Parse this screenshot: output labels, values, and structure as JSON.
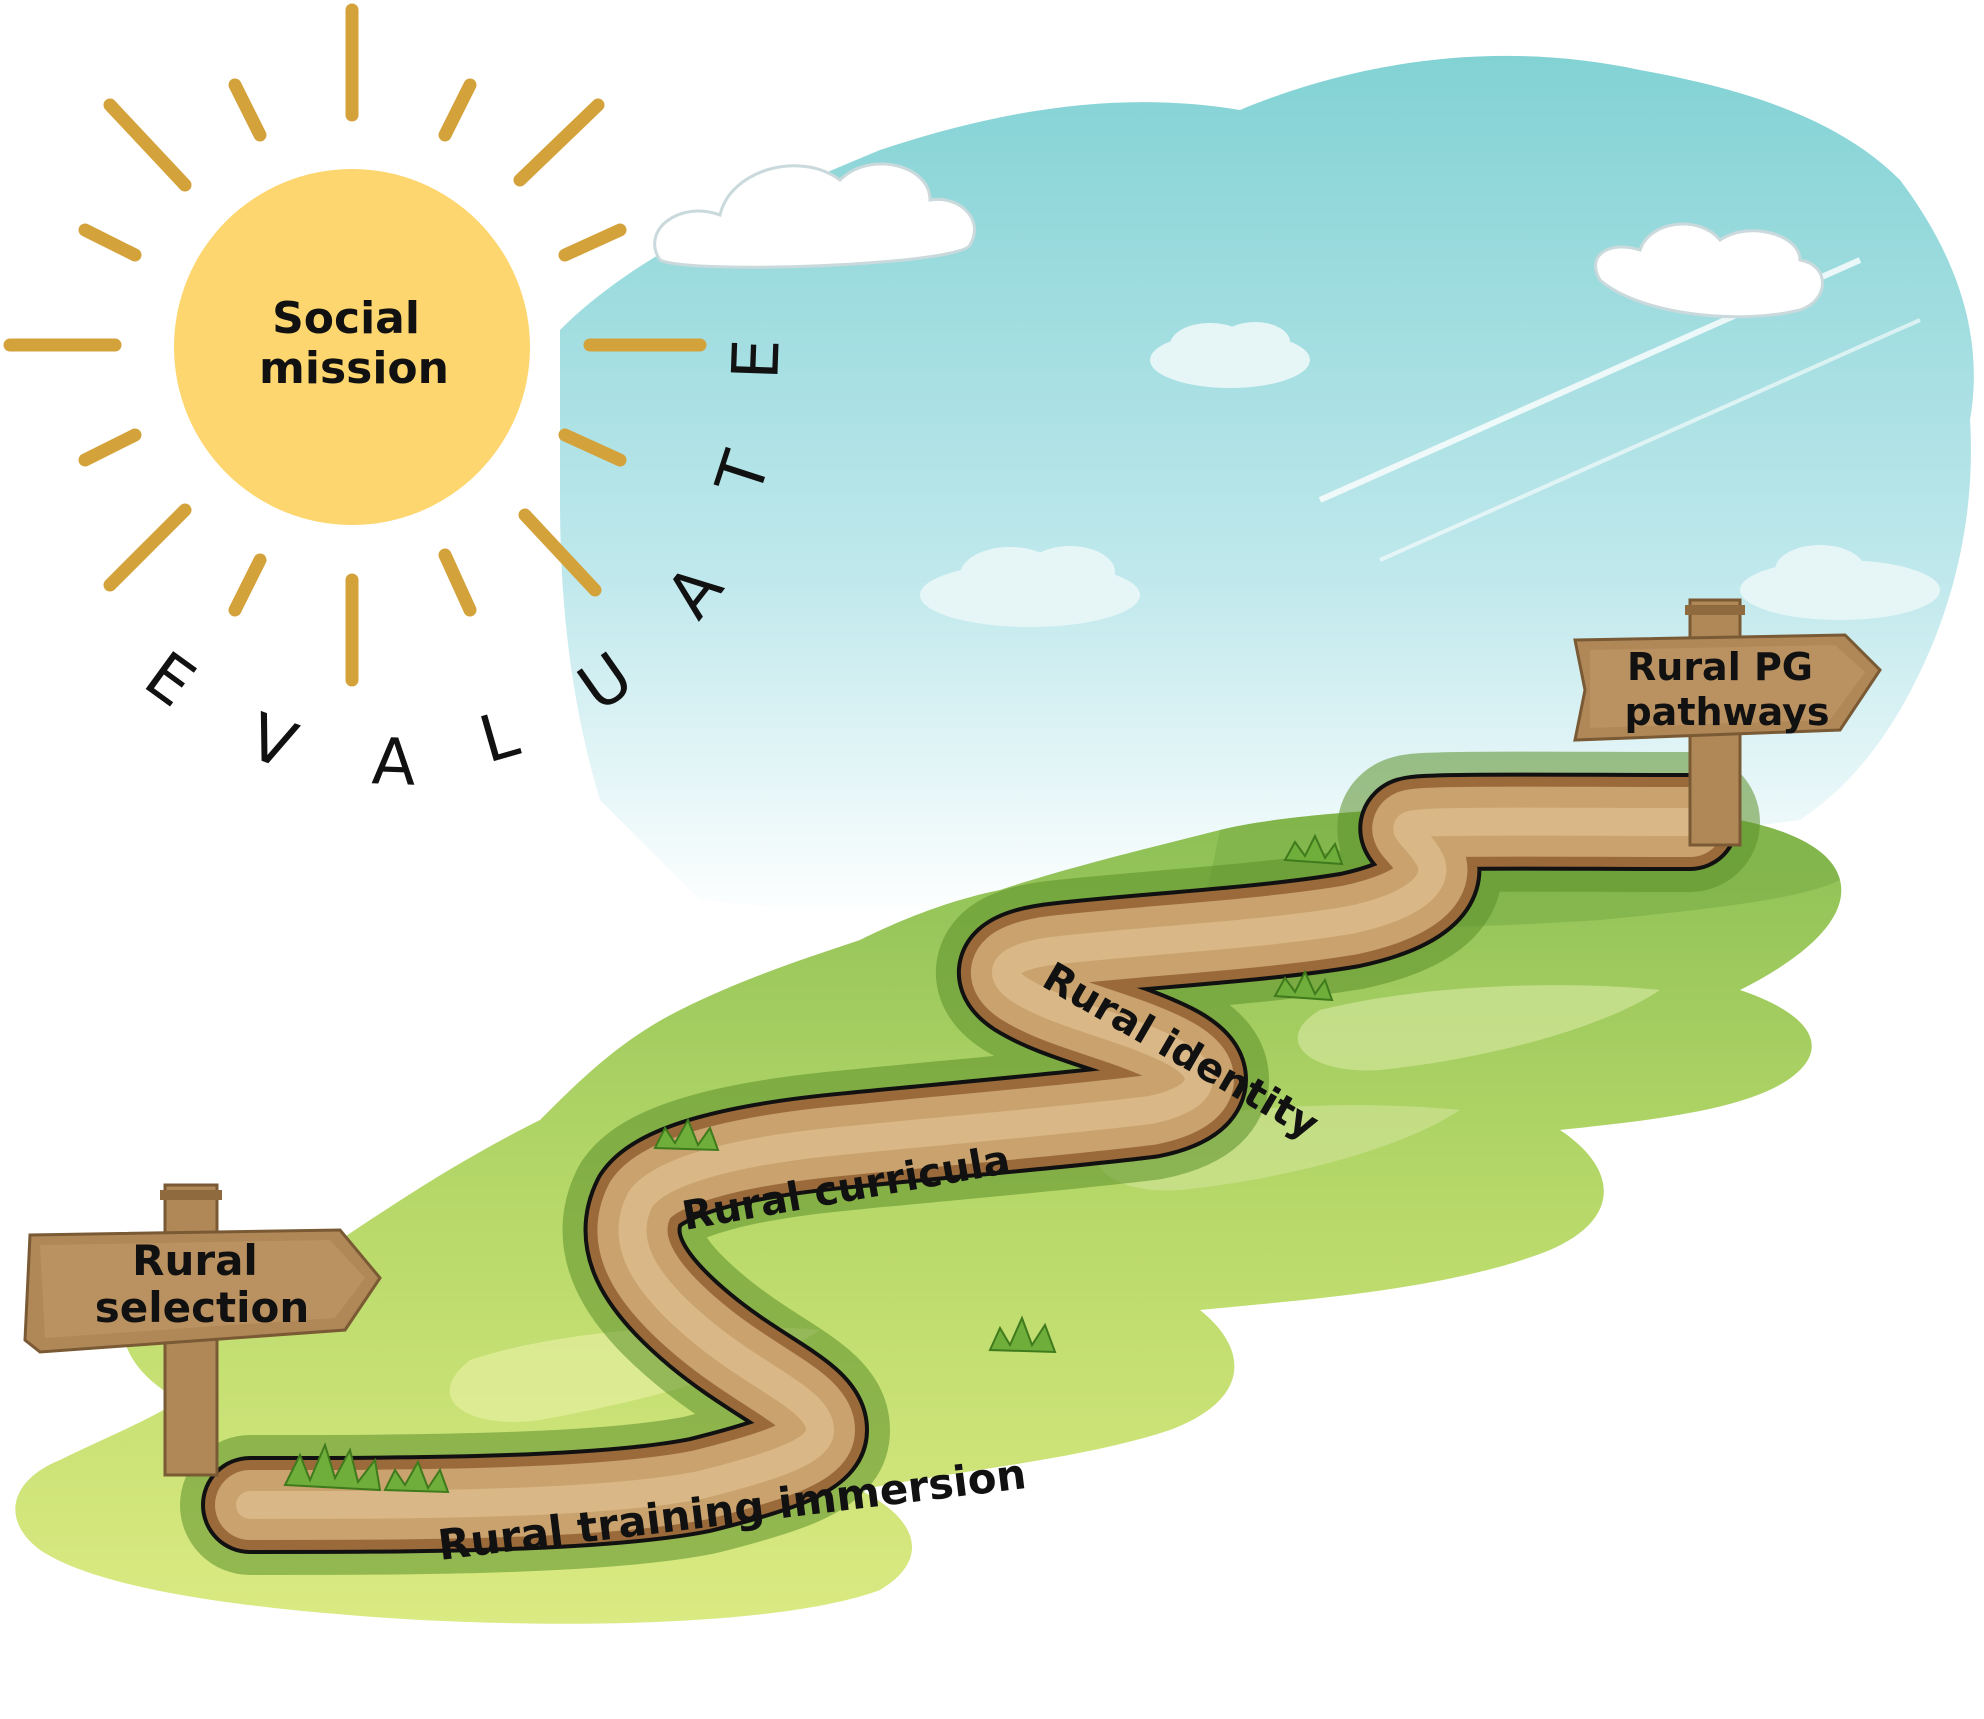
{
  "sun": {
    "label_line1": "Social",
    "label_line2": "mission",
    "color": "#fdd670",
    "ray_color": "#d4a23a"
  },
  "arc_text": {
    "word": "EVALUATE",
    "letters": [
      "E",
      "V",
      "A",
      "L",
      "U",
      "A",
      "T",
      "E"
    ]
  },
  "signs": {
    "start": {
      "line1": "Rural",
      "line2": "selection"
    },
    "end": {
      "line1": "Rural PG",
      "line2": "pathways"
    },
    "wood_color": "#b08858"
  },
  "path_labels": {
    "training": "Rural training immersion",
    "curricula": "Rural curricula",
    "identity": "Rural identity"
  },
  "colors": {
    "sky": "#8fd6d6",
    "grass_light": "#c9e27a",
    "grass_dark": "#6fa63a",
    "path": "#c9a26e",
    "path_dark": "#9a6a3a"
  }
}
